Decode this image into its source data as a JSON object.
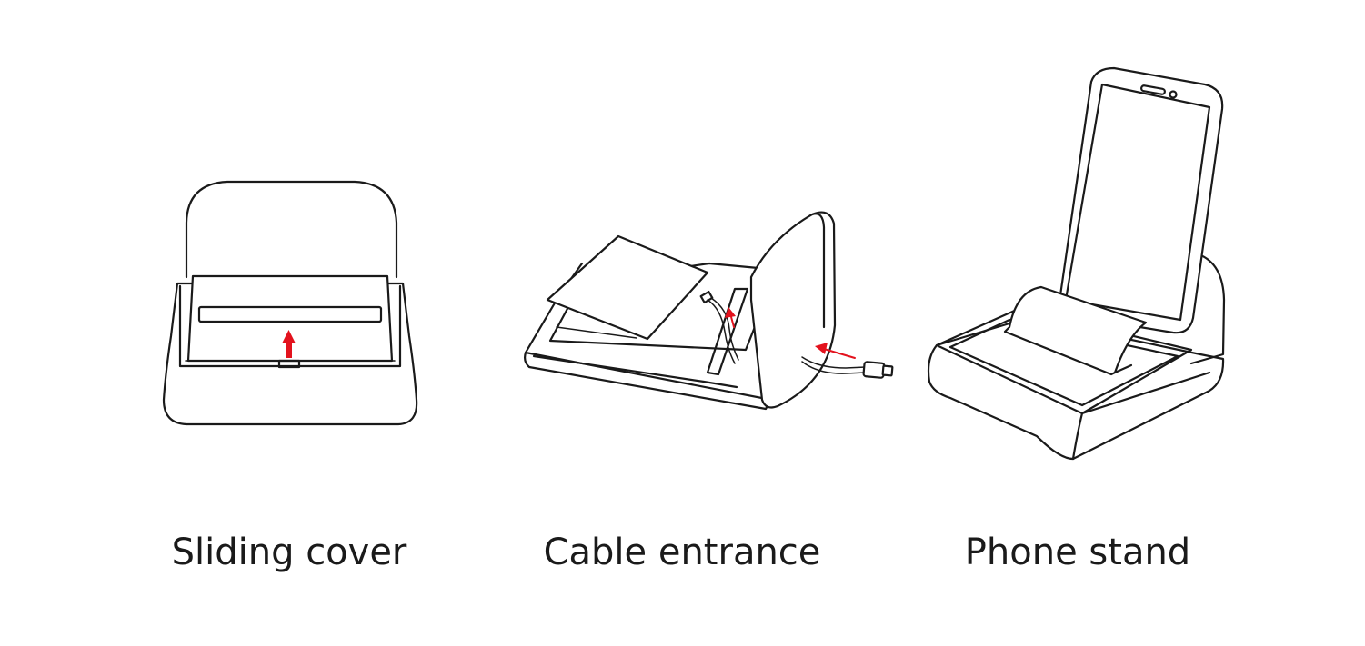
{
  "panels": [
    {
      "caption": "Sliding cover"
    },
    {
      "caption": "Cable entrance"
    },
    {
      "caption": "Phone stand"
    }
  ],
  "colors": {
    "line": "#1a1a1a",
    "arrow": "#e3121d",
    "background": "#ffffff"
  }
}
